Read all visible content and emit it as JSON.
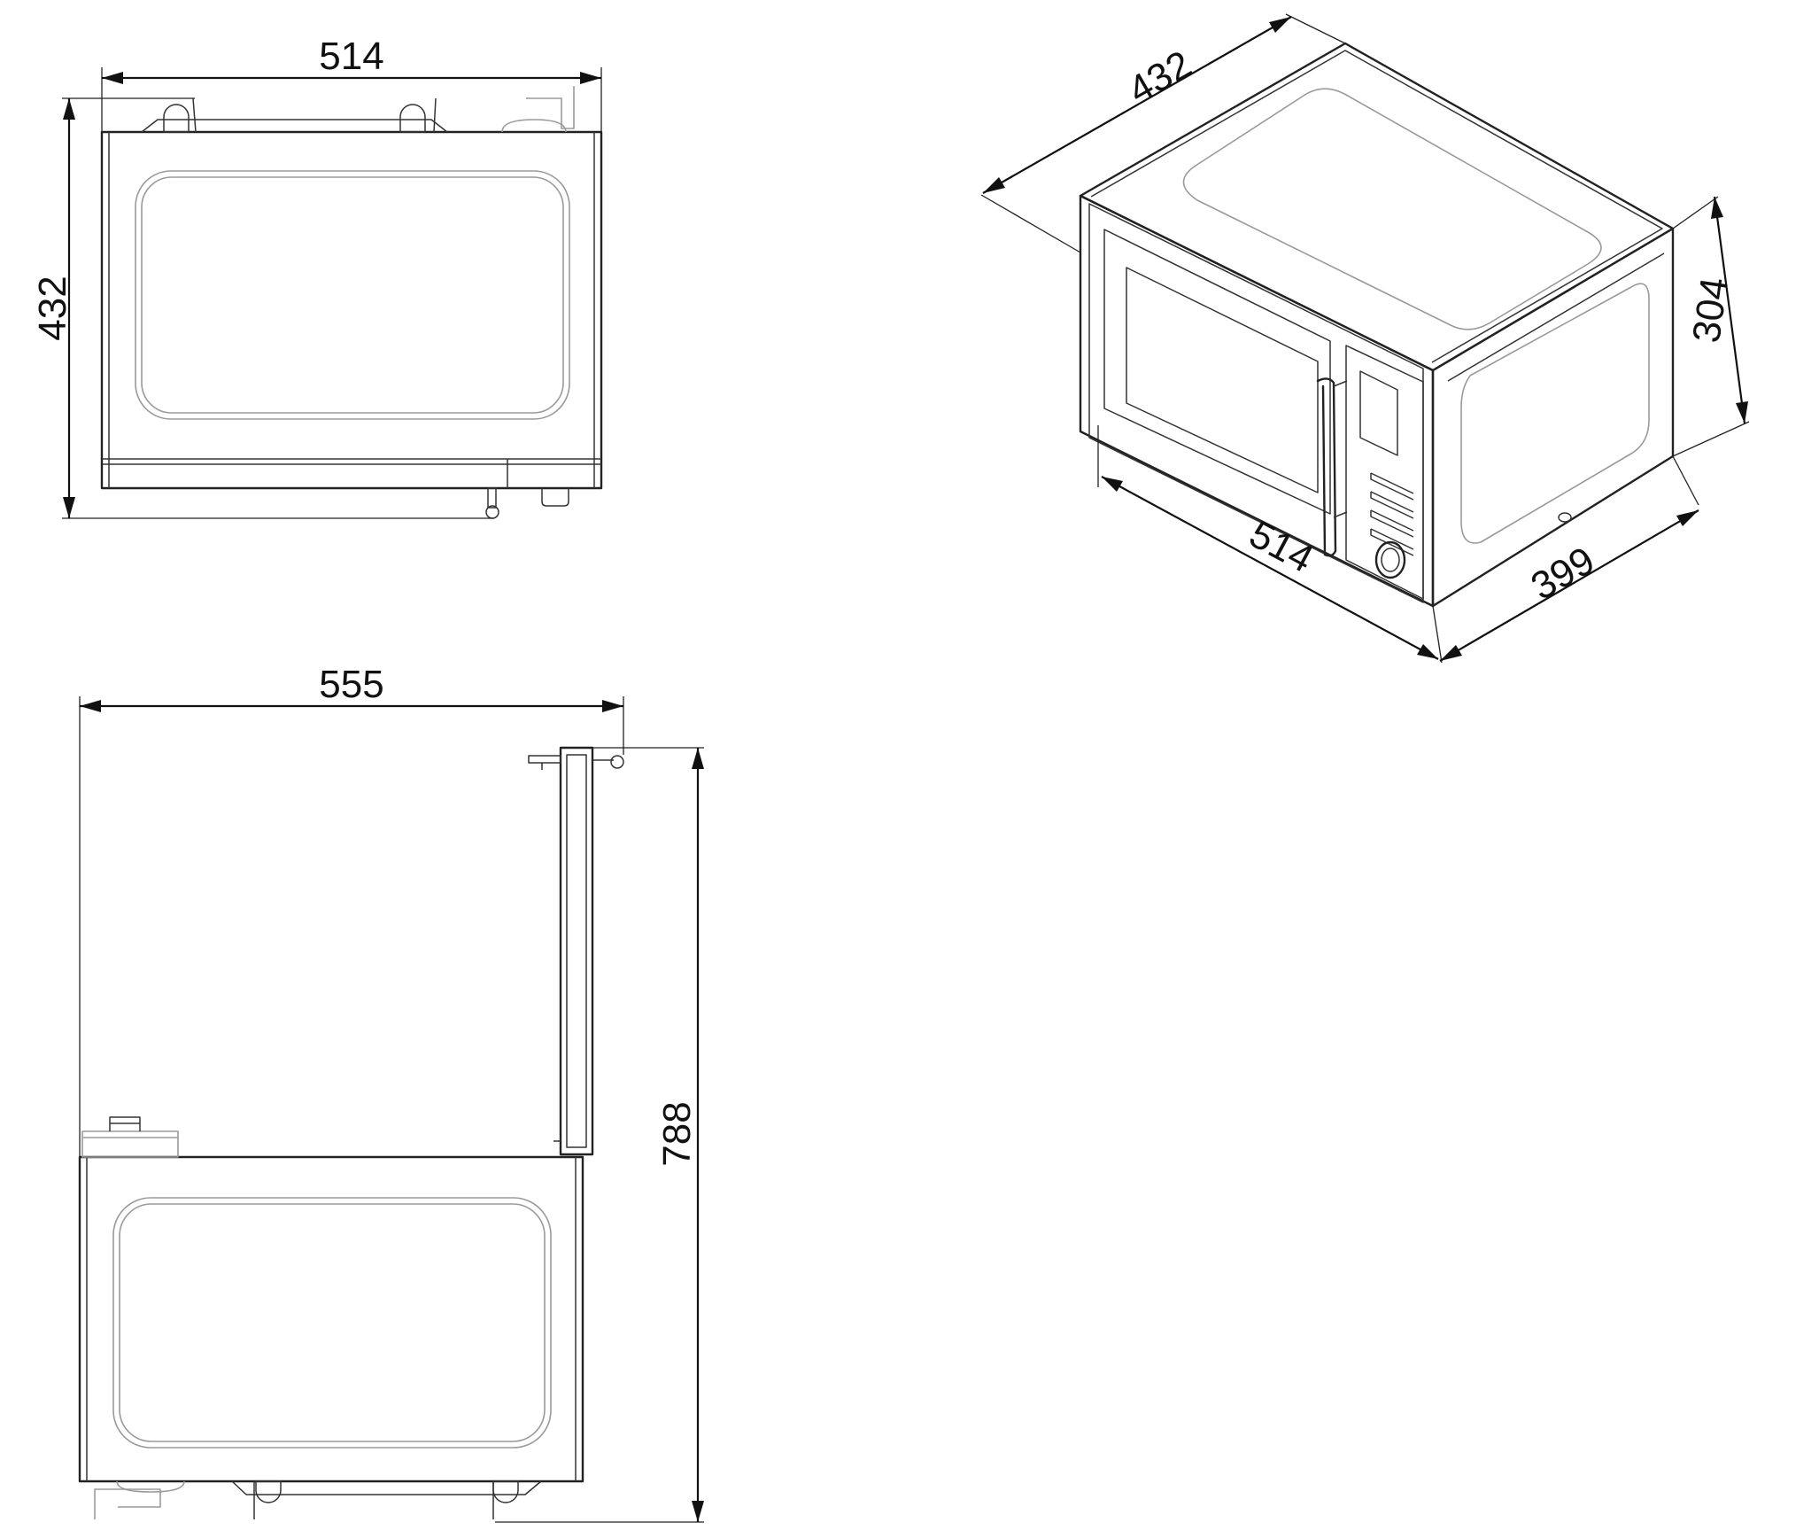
{
  "dimensions": {
    "top_view": {
      "width": "514",
      "depth": "432"
    },
    "side_view_open": {
      "depth": "555",
      "height_door_open": "788"
    },
    "isometric_view": {
      "depth": "432",
      "width": "514",
      "height": "304",
      "side_depth": "399"
    }
  }
}
